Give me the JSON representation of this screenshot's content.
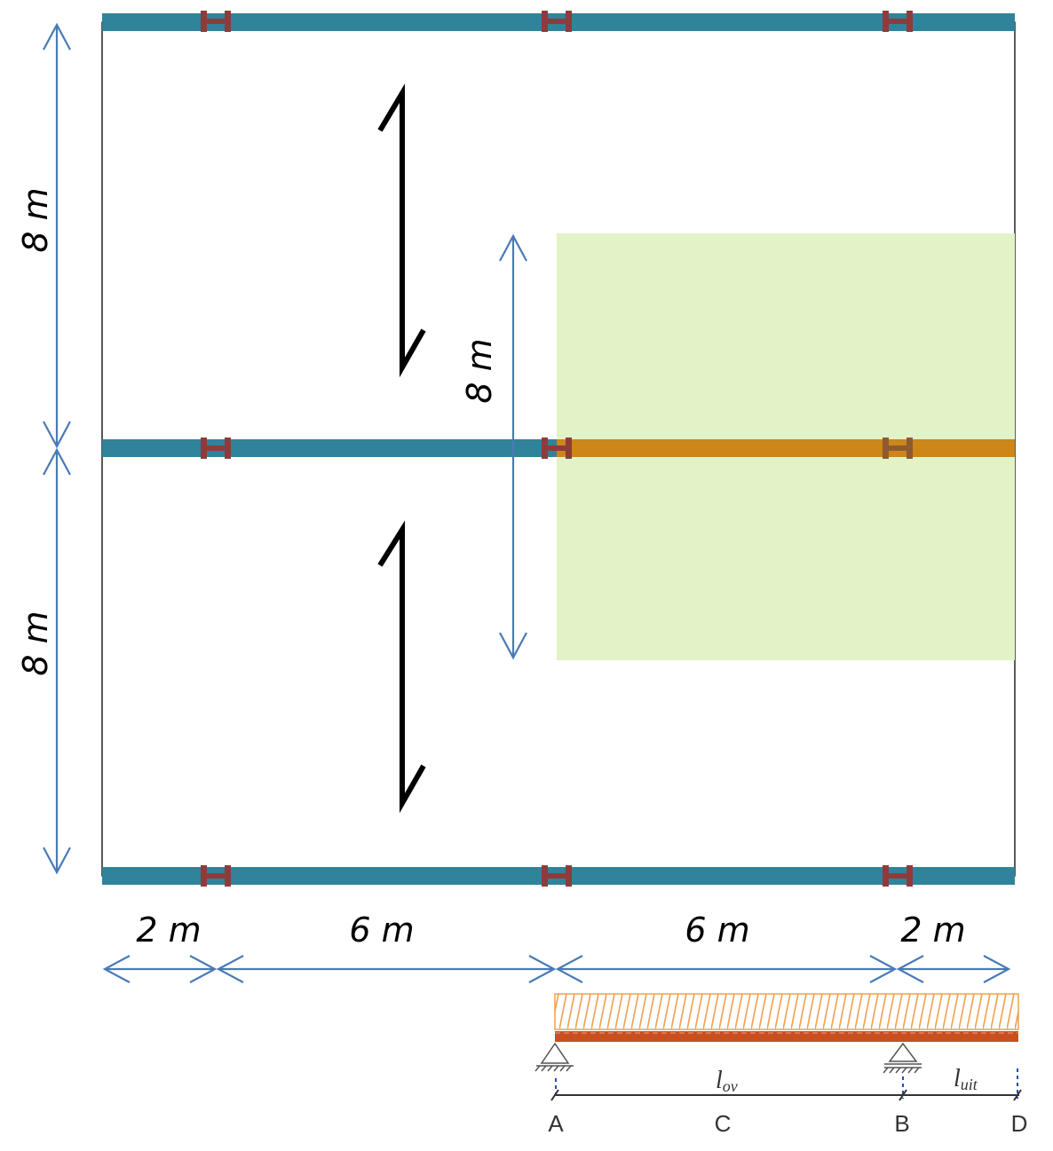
{
  "dimensions": {
    "left_upper": "8 m",
    "left_lower": "8 m",
    "inner_vertical": "8 m",
    "bottom_1": "2 m",
    "bottom_2": "6 m",
    "bottom_3": "6 m",
    "bottom_4": "2 m"
  },
  "beam_labels": {
    "point_a": "A",
    "point_c": "C",
    "point_b": "B",
    "point_d": "D",
    "span_main": "l",
    "span_main_sub": "ov",
    "span_overhang": "l",
    "span_overhang_sub": "uit"
  },
  "colors": {
    "beam_teal": "#31829b",
    "beam_orange": "#cc861a",
    "column_red": "#8e3b3c",
    "loaded_area": "#e2f3c7",
    "dimension_arrow": "#4a7ab5",
    "beam_load_hatch": "#f2a04a",
    "beam_bar": "#c9501e"
  }
}
